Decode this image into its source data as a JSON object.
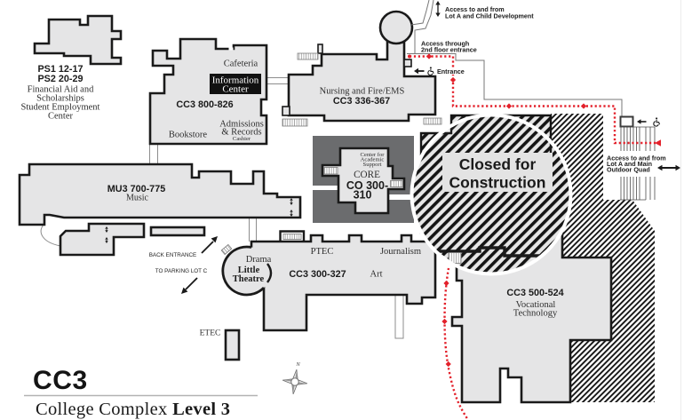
{
  "title": {
    "building_code": "CC3",
    "subtitle": "College Complex",
    "level": "Level 3"
  },
  "colors": {
    "building": "#e5e5e6",
    "outline": "#1a1a1a",
    "core_block": "#6b6c6e",
    "accessible_route": "#e3212b",
    "info_box": "#111111",
    "label_box": "#e3e3e3"
  },
  "buildings": {
    "ps": {
      "codes": [
        "PS1 12-17",
        "PS2 20-29"
      ],
      "description": [
        "Financial Aid and",
        "Scholarships",
        "Student Employment",
        "Center"
      ]
    },
    "cc3_800": {
      "code": "CC3 800-826",
      "cafeteria": "Cafeteria",
      "information_center": [
        "Information",
        "Center"
      ],
      "admissions": [
        "Admissions",
        "& Records"
      ],
      "cashier": "Cashier",
      "bookstore": "Bookstore"
    },
    "nursing": {
      "name": "Nursing and Fire/EMS",
      "code": "CC3 336-367"
    },
    "core": {
      "center": [
        "Center for",
        "Academic",
        "Support"
      ],
      "name": "CORE",
      "code": [
        "CO 300-",
        "310"
      ]
    },
    "mu3": {
      "code": "MU3 700-775",
      "name": "Music"
    },
    "cc3_300": {
      "code": "CC3 300-327",
      "drama": "Drama",
      "theatre": [
        "Little",
        "Theatre"
      ],
      "ptec": "PTEC",
      "journalism": "Journalism",
      "art": "Art"
    },
    "etec": {
      "name": "ETEC"
    },
    "cc3_500": {
      "code": "CC3 500-524",
      "name": [
        "Vocational",
        "Technology"
      ]
    }
  },
  "closed_area": {
    "label": [
      "Closed for",
      "Construction"
    ]
  },
  "annotations": {
    "child_development_access": [
      "Access to and from",
      "Lot A and Child Development"
    ],
    "second_floor_access": [
      "Access through",
      "2nd floor entrance"
    ],
    "accessible_entrance": "Entrance",
    "main_quad_access": [
      "Access to and from",
      "Lot A and Main",
      "Outdoor Quad"
    ],
    "back_entrance": "BACK ENTRANCE",
    "parking_lot_c": "TO PARKING LOT C"
  },
  "compass": {
    "north_label": "N"
  },
  "icons": {
    "accessible_entrance": "wheelchair-icon",
    "direction": "arrow-icon",
    "two_way_access": "double-arrow-icon",
    "door": "door-arrow-icon",
    "stairs": "stairs-icon",
    "elevator": "elevator-icon",
    "compass": "compass-rose-icon"
  }
}
